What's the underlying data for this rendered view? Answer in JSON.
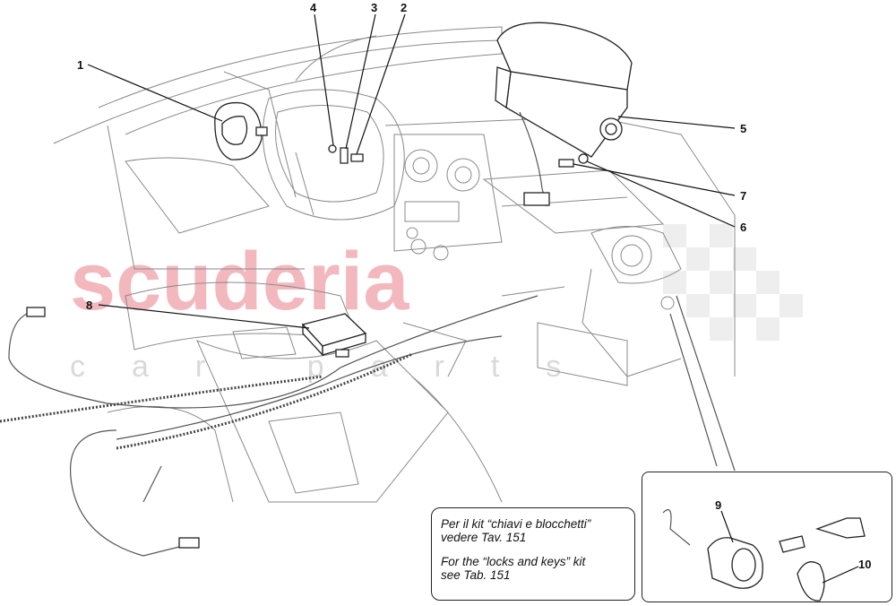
{
  "watermark": {
    "brand": "scuderia",
    "sub": "car parts",
    "color": "#f2b8bd"
  },
  "callouts": [
    {
      "id": "1",
      "label": "1"
    },
    {
      "id": "2",
      "label": "2"
    },
    {
      "id": "3",
      "label": "3"
    },
    {
      "id": "4",
      "label": "4"
    },
    {
      "id": "5",
      "label": "5"
    },
    {
      "id": "6",
      "label": "6"
    },
    {
      "id": "7",
      "label": "7"
    },
    {
      "id": "8",
      "label": "8"
    },
    {
      "id": "9",
      "label": "9"
    },
    {
      "id": "10",
      "label": "10"
    }
  ],
  "note": {
    "italian": "Per il kit “chiavi e blocchetti”\nvedere Tav. 151",
    "english": "For the “locks and keys” kit\nsee Tab. 151"
  }
}
